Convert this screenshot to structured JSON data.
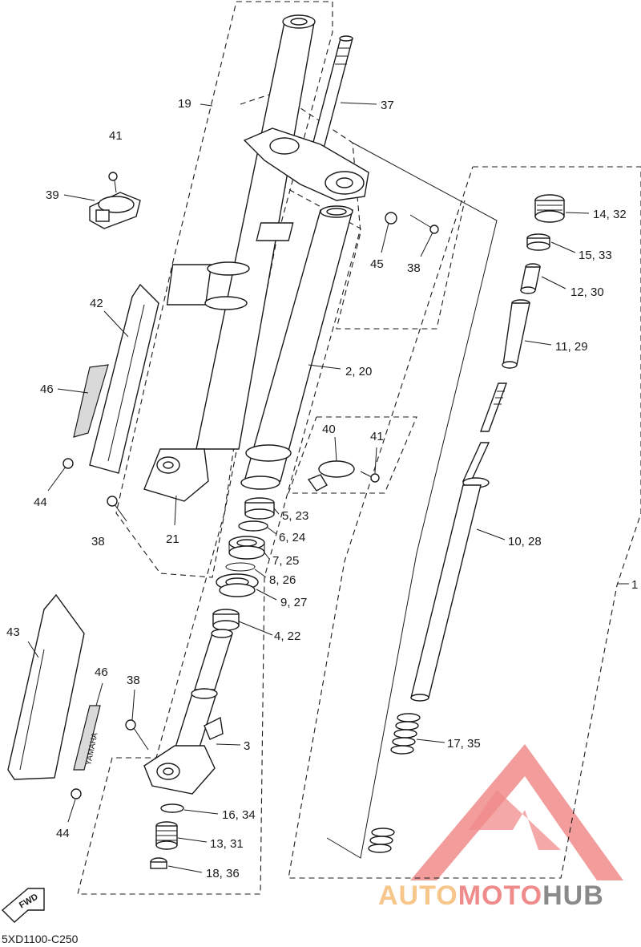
{
  "diagram": {
    "code": "5XD1100-C250",
    "fwd_label": "FWD",
    "decal_text": "YAMAHA",
    "watermark": {
      "brand_a": "AUTO",
      "brand_b": "MOTO",
      "brand_c": "HUB",
      "colors": {
        "primary": "#f08b8b",
        "secondary": "#f7c68a",
        "dark": "#8a8a8a"
      }
    },
    "labels": [
      {
        "id": "p19",
        "text": "19"
      },
      {
        "id": "p37",
        "text": "37"
      },
      {
        "id": "p41a",
        "text": "41"
      },
      {
        "id": "p39",
        "text": "39"
      },
      {
        "id": "p14",
        "text": "14, 32"
      },
      {
        "id": "p15",
        "text": "15, 33"
      },
      {
        "id": "p45",
        "text": "45"
      },
      {
        "id": "p38a",
        "text": "38"
      },
      {
        "id": "p12",
        "text": "12, 30"
      },
      {
        "id": "p42",
        "text": "42"
      },
      {
        "id": "p11",
        "text": "11, 29"
      },
      {
        "id": "p2",
        "text": "2, 20"
      },
      {
        "id": "p46a",
        "text": "46"
      },
      {
        "id": "p40",
        "text": "40"
      },
      {
        "id": "p41b",
        "text": "41"
      },
      {
        "id": "p44a",
        "text": "44"
      },
      {
        "id": "p5",
        "text": "5, 23"
      },
      {
        "id": "p38b",
        "text": "38"
      },
      {
        "id": "p21",
        "text": "21"
      },
      {
        "id": "p6",
        "text": "6, 24"
      },
      {
        "id": "p10",
        "text": "10, 28"
      },
      {
        "id": "p7",
        "text": "7, 25"
      },
      {
        "id": "p8",
        "text": "8, 26"
      },
      {
        "id": "p1",
        "text": "1"
      },
      {
        "id": "p9",
        "text": "9, 27"
      },
      {
        "id": "p43",
        "text": "43"
      },
      {
        "id": "p4",
        "text": "4, 22"
      },
      {
        "id": "p46b",
        "text": "46"
      },
      {
        "id": "p38c",
        "text": "38"
      },
      {
        "id": "p3",
        "text": "3"
      },
      {
        "id": "p17",
        "text": "17, 35"
      },
      {
        "id": "p16",
        "text": "16, 34"
      },
      {
        "id": "p13",
        "text": "13, 31"
      },
      {
        "id": "p44b",
        "text": "44"
      },
      {
        "id": "p18",
        "text": "18, 36"
      }
    ]
  }
}
